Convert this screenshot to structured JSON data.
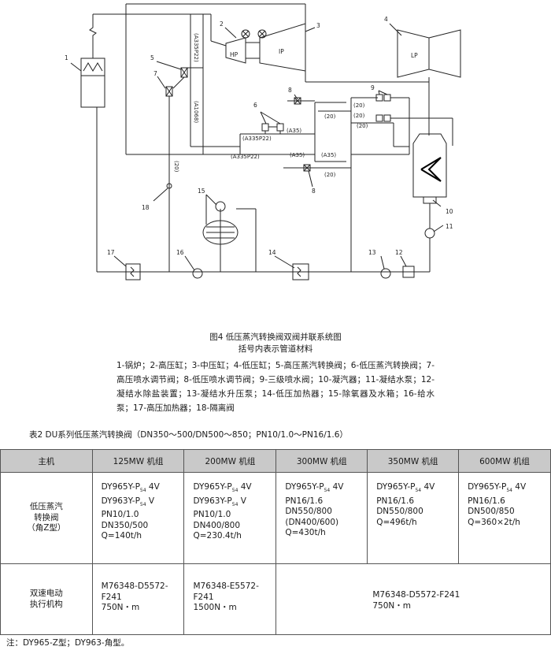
{
  "diagram": {
    "labels": {
      "n1": "1",
      "n2": "2",
      "n3": "3",
      "n4": "4",
      "n5": "5",
      "n6": "6",
      "n7": "7",
      "n8a": "8",
      "n8b": "8",
      "n9": "9",
      "n10": "10",
      "n11": "11",
      "n12": "12",
      "n13": "13",
      "n14": "14",
      "n15": "15",
      "n16": "16",
      "n17": "17",
      "n18": "18",
      "hp": "HP",
      "ip": "IP",
      "lp": "LP",
      "a335a": "(A335P22)",
      "a1068": "(A1068)",
      "a335b": "(A335P22)",
      "a335c": "(A335P22)",
      "a35a": "(A35)",
      "a35b": "(A35)",
      "a35c": "(A35)",
      "p20a": "(20)",
      "p20b": "(20)",
      "p20c": "(20)",
      "p20d": "(20)",
      "p20e": "(20)",
      "p20f": "(20)"
    }
  },
  "caption": {
    "line1": "图4 低压蒸汽转换阀双阀并联系统图",
    "line2": "括号内表示管道材料"
  },
  "legend": "1-锅炉；2-高压缸；3-中压缸；4-低压缸；5-高压蒸汽转换阀；6-低压蒸汽转换阀；7-高压喷水调节阀；8-低压喷水调节阀；9-三级喷水阀；10-凝汽器；11-凝结水泵；12-凝结水除盐装置；13-凝结水升压泵；14-低压加热器；15-除氧器及水箱；16-给水泵；17-高压加热器；18-隔离阀",
  "table": {
    "title": "表2 DU系列低压蒸汽转换阀（DN350～500/DN500～850；PN10/1.0～PN16/1.6）",
    "headers": [
      "主机",
      "125MW 机组",
      "200MW 机组",
      "300MW 机组",
      "350MW 机组",
      "600MW 机组"
    ],
    "row1": {
      "head": [
        "低压蒸汽",
        "转换阀",
        "（角Z型）"
      ],
      "c1": [
        "DY965Y-P",
        "54",
        " 4V",
        "DY963Y-P",
        "54",
        " V",
        "PN10/1.0",
        "DN350/500",
        "Q=140t/h"
      ],
      "c2": [
        "DY965Y-P",
        "54",
        " 4V",
        "DY963Y-P",
        "54",
        " V",
        "PN10/1.0",
        "DN400/800",
        "Q=230.4t/h"
      ],
      "c3": [
        "DY965Y-P",
        "54",
        " 4V",
        "PN16/1.6",
        "DN550/800",
        "(DN400/600)",
        "Q=430t/h"
      ],
      "c4": [
        "DY965Y-P",
        "54",
        " 4V",
        "PN16/1.6",
        "DN550/800",
        "Q=496t/h"
      ],
      "c5": [
        "DY965Y-P",
        "54",
        " 4V",
        "PN16/1.6",
        "DN500/850",
        "Q=360×2t/h"
      ]
    },
    "row2": {
      "head": [
        "双速电动",
        "执行机构"
      ],
      "c1": [
        "M76348-D5572-",
        "F241",
        "750N・m"
      ],
      "c2": [
        "M76348-E5572-",
        "F241",
        "1500N・m"
      ],
      "c3": [
        "M76348-D5572-F241",
        "750N・m"
      ]
    }
  },
  "note": "注：DY965-Z型；DY963-角型。"
}
